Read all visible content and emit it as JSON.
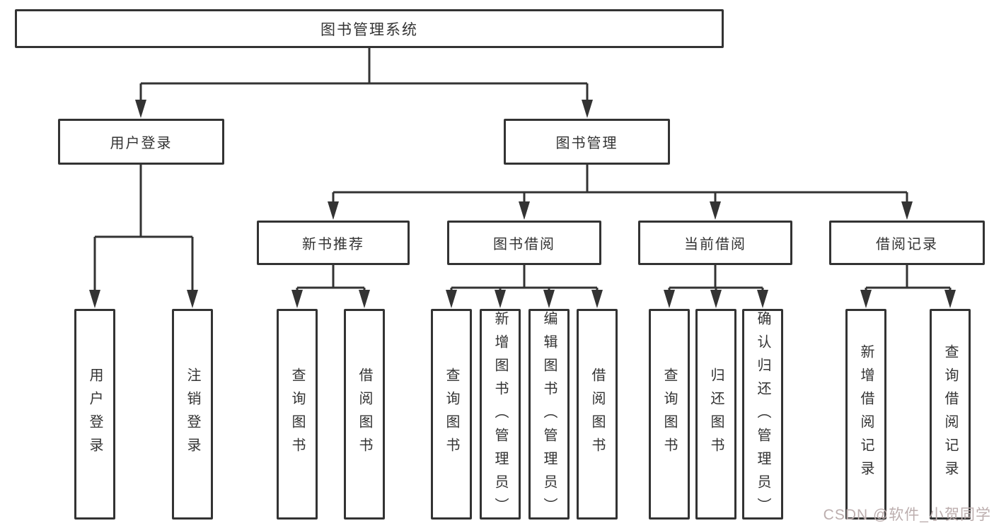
{
  "diagram": {
    "type": "tree",
    "title": "图书管理系统",
    "colors": {
      "line": "#333333",
      "text": "#333333",
      "box_background": "#ffffff",
      "page_background": "#ffffff",
      "watermark": "#bcaeae"
    },
    "root": {
      "label": "图书管理系统",
      "children": [
        {
          "label": "用户登录",
          "children": [
            {
              "label": "用户登录"
            },
            {
              "label": "注销登录"
            }
          ]
        },
        {
          "label": "图书管理",
          "children": [
            {
              "label": "新书推荐",
              "children": [
                {
                  "label": "查询图书"
                },
                {
                  "label": "借阅图书"
                }
              ]
            },
            {
              "label": "图书借阅",
              "children": [
                {
                  "label": "查询图书"
                },
                {
                  "label": "新增图书（管理员）"
                },
                {
                  "label": "编辑图书（管理员）"
                },
                {
                  "label": "借阅图书"
                }
              ]
            },
            {
              "label": "当前借阅",
              "children": [
                {
                  "label": "查询图书"
                },
                {
                  "label": "归还图书"
                },
                {
                  "label": "确认归还（管理员）"
                }
              ]
            },
            {
              "label": "借阅记录",
              "children": [
                {
                  "label": "新增借阅记录"
                },
                {
                  "label": "查询借阅记录"
                }
              ]
            }
          ]
        }
      ]
    }
  },
  "watermark": {
    "text": "CSDN @软件_小贺同学"
  }
}
